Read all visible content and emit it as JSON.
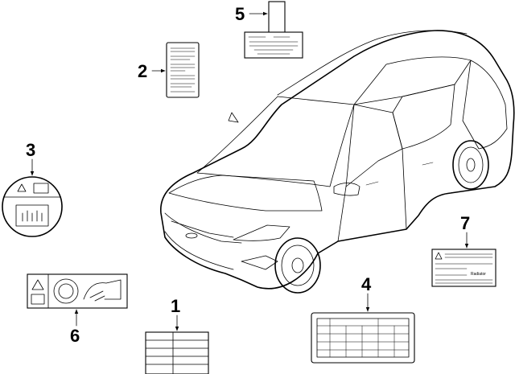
{
  "diagram": {
    "callouts": [
      {
        "number": "1"
      },
      {
        "number": "2"
      },
      {
        "number": "3"
      },
      {
        "number": "4"
      },
      {
        "number": "5"
      },
      {
        "number": "6"
      },
      {
        "number": "7"
      }
    ],
    "label_7_text": "Radiator"
  }
}
